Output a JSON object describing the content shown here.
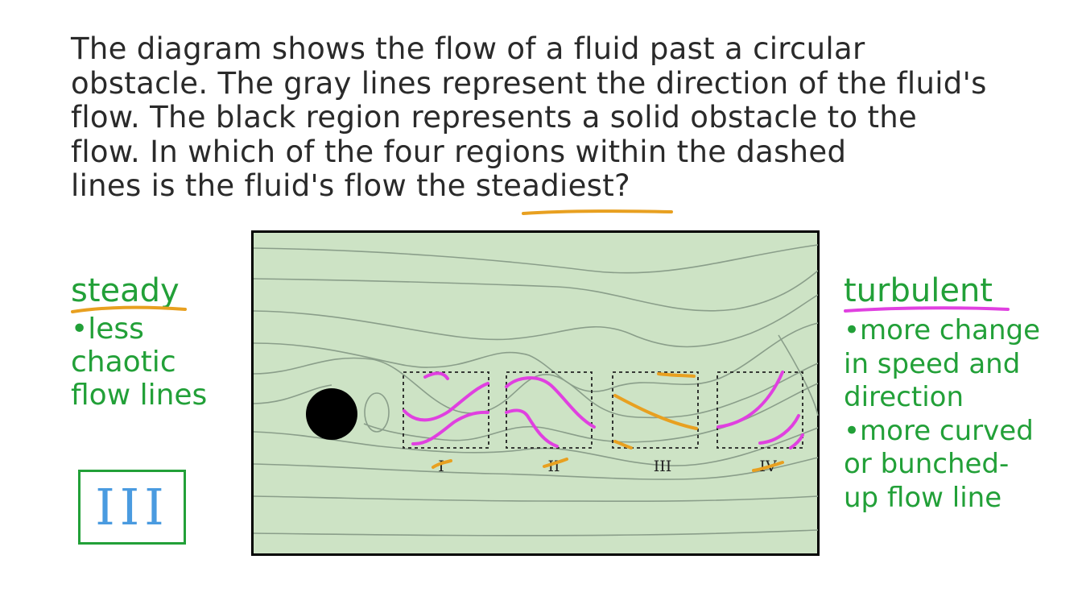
{
  "question": {
    "lines": [
      "The diagram shows the flow of a fluid past a circular",
      "obstacle. The gray lines represent the direction of the fluid's",
      "flow. The black region represents a solid obstacle to the",
      "flow. In which of the four regions within the dashed",
      "lines is the fluid's flow the "
    ],
    "emphasis": "steadiest",
    "end": "?"
  },
  "steady": {
    "title": "steady",
    "notes": [
      "•less",
      "chaotic",
      "flow lines"
    ]
  },
  "turbulent": {
    "title": "turbulent",
    "notes": [
      "•more change",
      "in speed and",
      "direction",
      "•more curved",
      "or bunched-",
      "up flow line"
    ]
  },
  "answer": "III",
  "diagram": {
    "region_labels": [
      "I",
      "II",
      "III",
      "IV"
    ]
  },
  "colors": {
    "background": "#cde3c5",
    "flow_lines": "#8a9e8a",
    "obstacle": "#000000",
    "annotation_magenta": "#e040e0",
    "annotation_orange": "#e8a020",
    "handwriting_green": "#22a038",
    "answer_blue": "#4a9be0"
  }
}
